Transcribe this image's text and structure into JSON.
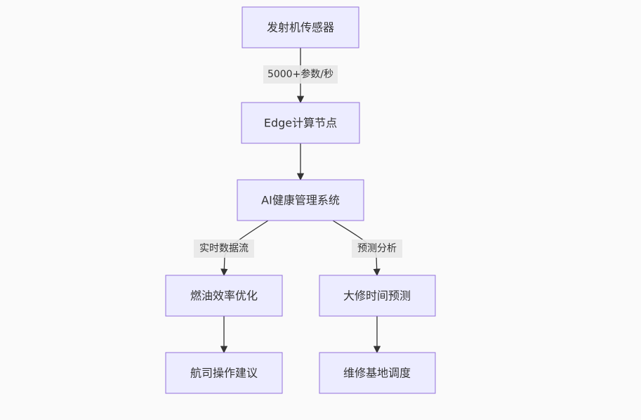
{
  "nodes": {
    "engine_sensors": "发射机传感器",
    "edge_node": "Edge计算节点",
    "ai_system": "AI健康管理系统",
    "fuel_optimization": "燃油效率优化",
    "overhaul_prediction": "大修时间预测",
    "flight_advice": "航司操作建议",
    "base_scheduling": "维修基地调度"
  },
  "edges": {
    "sensors_to_edge": "5000+参数/秒",
    "ai_to_fuel": "实时数据流",
    "ai_to_overhaul": "预测分析"
  },
  "colors": {
    "node_fill": "#ececff",
    "node_border": "#9370db",
    "edge": "#333333",
    "label_bg": "#e8e8e8",
    "background": "#fafafa"
  }
}
